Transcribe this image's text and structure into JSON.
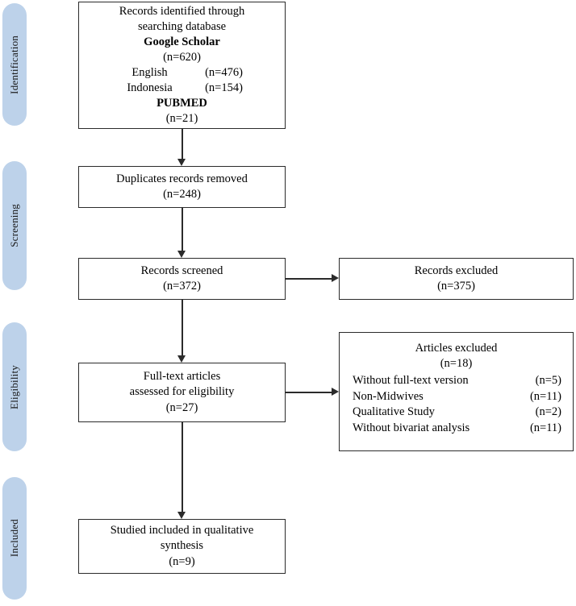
{
  "diagram": {
    "type": "prisma-flow-diagram",
    "phases": [
      {
        "id": "identification",
        "label": "Identification"
      },
      {
        "id": "screening",
        "label": "Screening"
      },
      {
        "id": "eligibility",
        "label": "Eligibility"
      },
      {
        "id": "included",
        "label": "Included"
      }
    ],
    "boxes": {
      "records_identified": {
        "line1": "Records identified through",
        "line2": "searching database",
        "source1_name": "Google Scholar",
        "source1_count": "(n=620)",
        "sub1_label": "English",
        "sub1_count": "(n=476)",
        "sub2_label": "Indonesia",
        "sub2_count": "(n=154)",
        "source2_name": "PUBMED",
        "source2_count": "(n=21)"
      },
      "duplicates_removed": {
        "line1": "Duplicates records removed",
        "count": "(n=248)"
      },
      "records_screened": {
        "line1": "Records screened",
        "count": "(n=372)"
      },
      "records_excluded": {
        "line1": "Records excluded",
        "count": "(n=375)"
      },
      "fulltext_assessed": {
        "line1": "Full-text articles",
        "line2": "assessed for eligibility",
        "count": "(n=27)"
      },
      "articles_excluded": {
        "title": "Articles excluded",
        "count": "(n=18)",
        "reasons": [
          {
            "label": "Without full-text version",
            "count": "(n=5)"
          },
          {
            "label": "Non-Midwives",
            "count": "(n=11)"
          },
          {
            "label": "Qualitative Study",
            "count": "(n=2)"
          },
          {
            "label": "Without bivariat analysis",
            "count": "(n=11)"
          }
        ]
      },
      "included_synthesis": {
        "line1": "Studied included in qualitative",
        "line2": "synthesis",
        "count": "(n=9)"
      }
    },
    "colors": {
      "phase_tab_fill": "#bdd2ea",
      "box_border": "#2b2b2b",
      "box_fill": "#ffffff",
      "text": "#000000"
    }
  }
}
